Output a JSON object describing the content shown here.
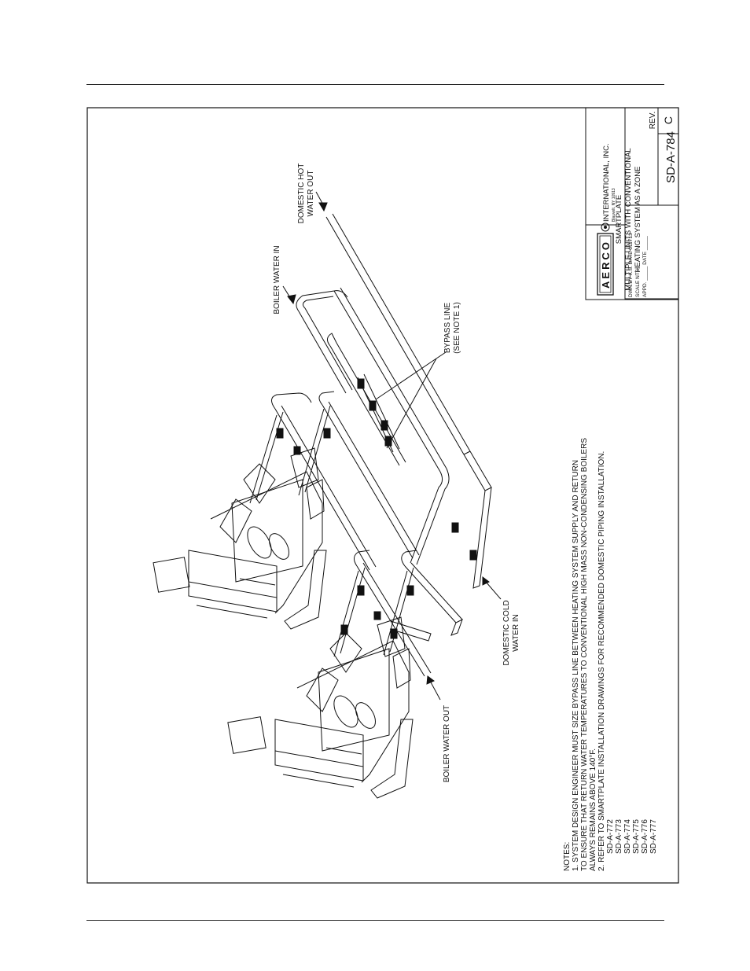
{
  "notes": {
    "heading": "NOTES:",
    "lines": [
      "1.  SYSTEM DESIGN ENGINEER MUST SIZE BYPASS LINE BETWEEN HEATING SYSTEM SUPPLY AND RETURN",
      "     TO ENSURE THAT RETURN WATER TEMPERATURES TO CONVENTIONAL HIGH MASS NON-CONDENSING BOILERS",
      "     ALWAYS REMAINS ABOVE 140°F.",
      "2.  REFER TO SMARTPLATE INSTALLATION DRAWINGS FOR RECOMMENDED DOMESTIC PIPING INSTALLATION."
    ],
    "references": [
      "SD-A-772",
      "SD-A-773",
      "SD-A-774",
      "SD-A-775",
      "SD-A-776",
      "SD-A-777"
    ]
  },
  "labels": {
    "domestic_hot_1": "DOMESTIC HOT",
    "domestic_hot_2": "WATER OUT",
    "boiler_water_in": "BOILER WATER IN",
    "bypass_1": "BYPASS LINE",
    "bypass_2": "(SEE NOTE 1)",
    "domestic_cold_1": "DOMESTIC COLD",
    "domestic_cold_2": "WATER IN",
    "boiler_water_out": "BOILER WATER OUT"
  },
  "title_block": {
    "logo": "AERCO",
    "company": "INTERNATIONAL, INC.",
    "address": "Blauvelt, NY 10913",
    "product": "SMARTPLATE",
    "title_1": "MULTIPLE UNITS WITH CONVENTIONAL",
    "title_2": "HEATING SYSTEM AS A ZONE",
    "dwn_by": "DWN.BY  K.S.  DATE 011713",
    "scale": "SCALE   NTS",
    "appd": "APPD. _____ DATE _____",
    "drawing_no": "SD-A-784",
    "rev_label": "REV.",
    "rev": "C"
  }
}
